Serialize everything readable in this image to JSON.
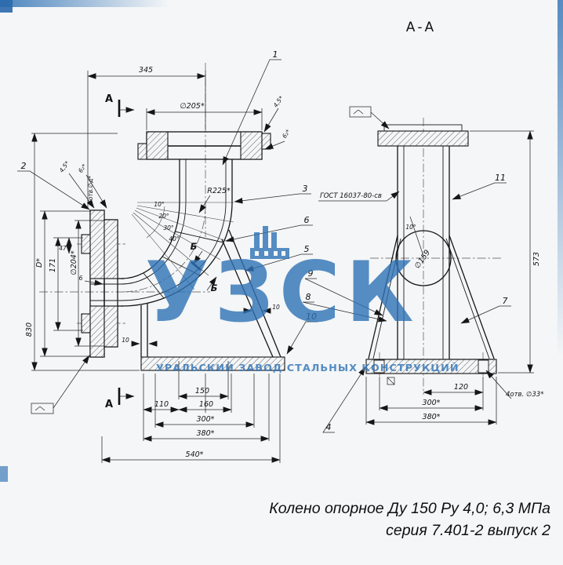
{
  "caption": {
    "line1": "Колено опорное Ду 150 Ру 4,0; 6,3 МПа",
    "line2": "серия 7.401-2 выпуск 2"
  },
  "watermark": {
    "logo": "УЗСК",
    "subtitle": "УРАЛЬСКИЙ ЗАВОД СТАЛЬНЫХ КОНСТРУКЦИЙ",
    "color": "#2e72b6"
  },
  "section": {
    "title": "А-А",
    "cut_top": "А",
    "cut_bottom": "А",
    "detail_b1": "Б",
    "detail_b2": "Б"
  },
  "callouts": {
    "n1": "1",
    "n2": "2",
    "n3": "3",
    "n4": "4",
    "n5": "5",
    "n6": "6",
    "n7": "7",
    "n8": "8",
    "n9": "9",
    "n10": "10",
    "n11": "11"
  },
  "left_view": {
    "dim_345": "345",
    "dia_205": "∅205*",
    "thk_45_right": "4,5*",
    "thk_62_right": "6₂*",
    "thk_45_left": "4,5*",
    "thk_62_left": "6₂*",
    "holes_note": "6отв.∅д*",
    "radius_225": "R225*",
    "angle_10": "10°",
    "angle_20": "20°",
    "angle_30": "30°",
    "angle_40": "40°",
    "dim_47": "47",
    "dia_204": "∅204*",
    "dim_171": "171",
    "dim_D": "D*",
    "weld_6": "6",
    "dim_830": "830",
    "thk_10_column": "10",
    "thk_10_brace": "10",
    "dim_110": "110",
    "dim_150": "150",
    "dim_160": "160",
    "dim_300": "300*",
    "dim_380": "380*",
    "dim_540": "540*"
  },
  "right_view": {
    "weld_note": "ГОСТ 16037-80-св",
    "angle_10": "10°",
    "dia_159": "∅159",
    "dim_573": "573",
    "dim_120": "120",
    "dim_300": "300*",
    "dim_380": "380*",
    "holes_note": "4отв. ∅33*"
  }
}
